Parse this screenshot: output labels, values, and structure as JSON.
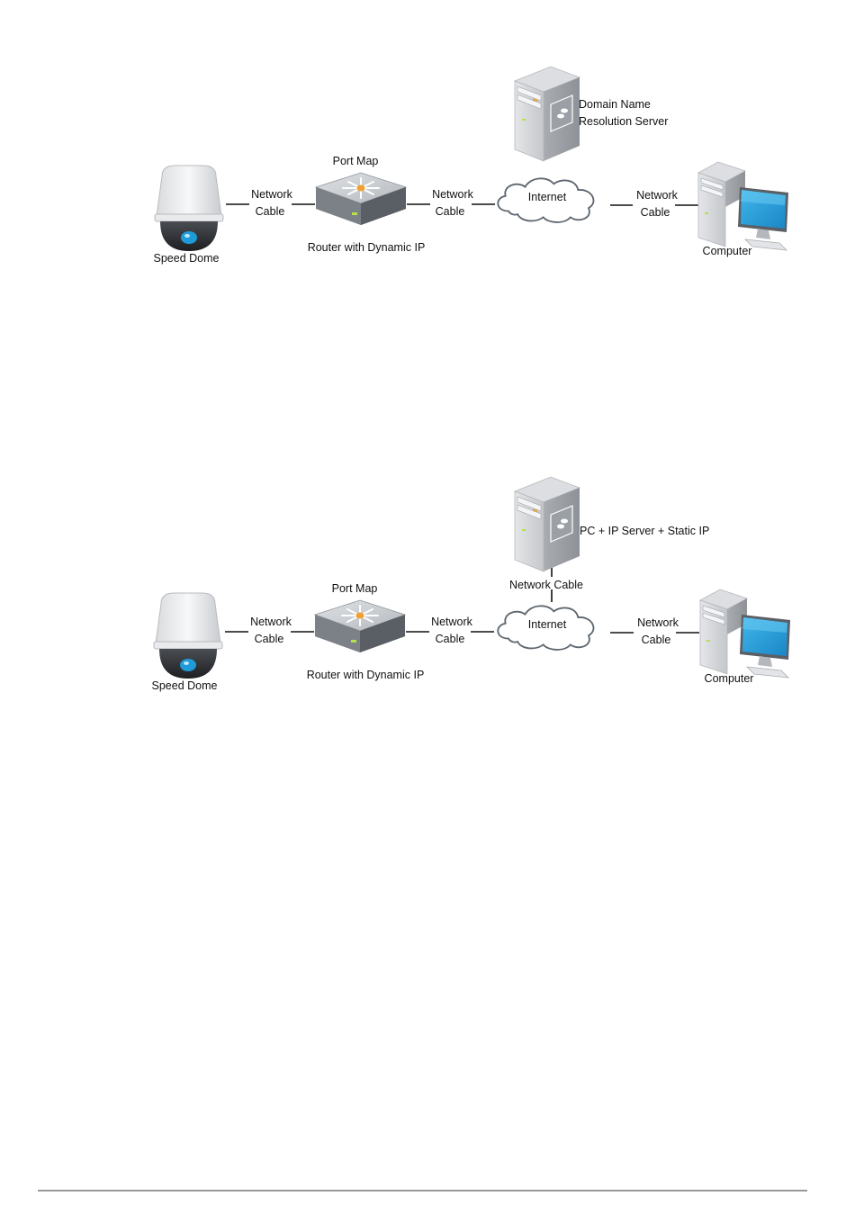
{
  "diagrams": [
    {
      "speed_dome": "Speed Dome",
      "cable_1": [
        "Network",
        "Cable"
      ],
      "router_top": "Port Map",
      "router_bottom": "Router with Dynamic IP",
      "cable_2": [
        "Network",
        "Cable"
      ],
      "internet": "Internet",
      "cable_3": [
        "Network",
        "Cable"
      ],
      "computer": "Computer",
      "server_label": [
        "Domain Name",
        "Resolution Server"
      ]
    },
    {
      "speed_dome": "Speed Dome",
      "cable_1": [
        "Network",
        "Cable"
      ],
      "router_top": "Port Map",
      "router_bottom": "Router with Dynamic IP",
      "cable_2": [
        "Network",
        "Cable"
      ],
      "internet": "Internet",
      "cable_3": [
        "Network",
        "Cable"
      ],
      "computer": "Computer",
      "server_label": [
        "PC + IP Server + Static IP"
      ],
      "server_cable": "Network Cable"
    }
  ],
  "colors": {
    "screen": "#2aa6e0",
    "lens": "#1e9bd8",
    "router_light": "#f0a030",
    "cloud_stroke": "#5f6770"
  }
}
